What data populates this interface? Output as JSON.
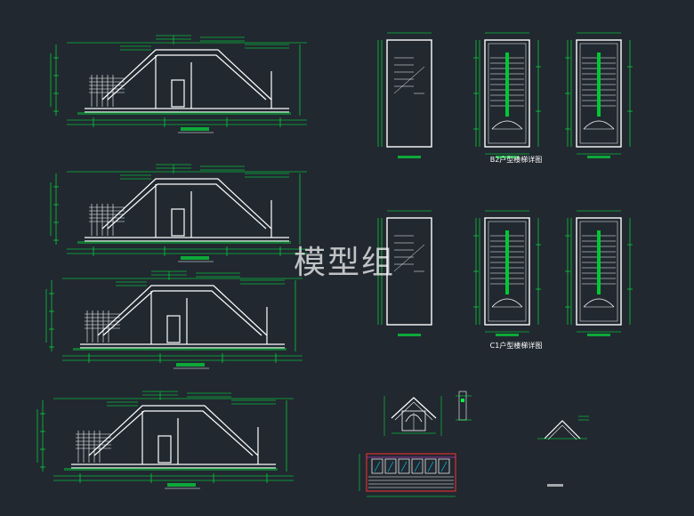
{
  "watermark": "模型组",
  "captions": {
    "stair_set_b": "B2户型楼梯详图",
    "stair_set_c": "C1户型楼梯详图"
  },
  "colors": {
    "background": "#212830",
    "line": "#ffffff",
    "dimension": "#00ff40",
    "highlight": "#00c832",
    "accent_red": "#ff3030",
    "accent_magenta": "#ff40ff",
    "accent_cyan": "#00d8ff"
  }
}
